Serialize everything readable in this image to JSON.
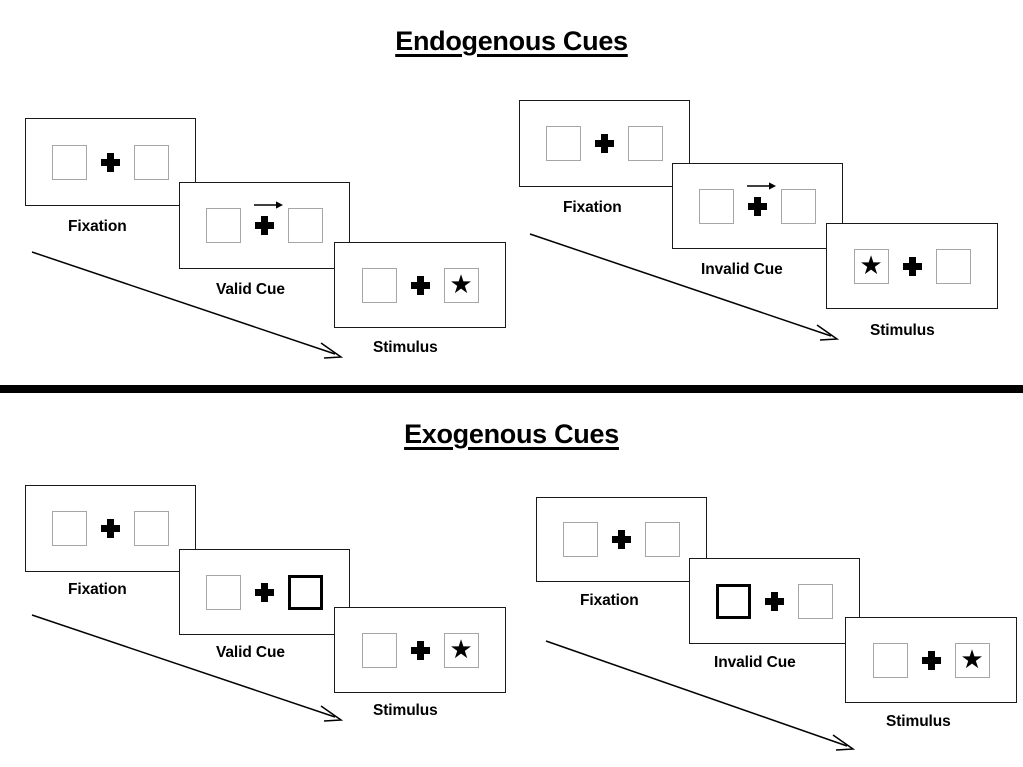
{
  "figure": {
    "title_top": "Endogenous Cues",
    "title_bottom": "Exogenous Cues"
  },
  "labels": {
    "fixation": "Fixation",
    "valid_cue": "Valid Cue",
    "invalid_cue": "Invalid Cue",
    "stimulus": "Stimulus"
  },
  "sections": [
    {
      "id": "endogenous",
      "title": "Endogenous Cues",
      "columns": [
        {
          "id": "endogenous-valid",
          "panels": [
            {
              "id": "fixation",
              "label": "Fixation",
              "cue": "none",
              "cue_side": "none",
              "arrow": false,
              "star_side": "none"
            },
            {
              "id": "valid-cue",
              "label": "Valid Cue",
              "cue": "arrow",
              "cue_side": "right",
              "arrow": true,
              "star_side": "none"
            },
            {
              "id": "stimulus",
              "label": "Stimulus",
              "cue": "none",
              "cue_side": "none",
              "arrow": false,
              "star_side": "right"
            }
          ]
        },
        {
          "id": "endogenous-invalid",
          "panels": [
            {
              "id": "fixation",
              "label": "Fixation",
              "cue": "none",
              "cue_side": "none",
              "arrow": false,
              "star_side": "none"
            },
            {
              "id": "invalid-cue",
              "label": "Invalid Cue",
              "cue": "arrow",
              "cue_side": "right",
              "arrow": true,
              "star_side": "none"
            },
            {
              "id": "stimulus",
              "label": "Stimulus",
              "cue": "none",
              "cue_side": "none",
              "arrow": false,
              "star_side": "left"
            }
          ]
        }
      ]
    },
    {
      "id": "exogenous",
      "title": "Exogenous Cues",
      "columns": [
        {
          "id": "exogenous-valid",
          "panels": [
            {
              "id": "fixation",
              "label": "Fixation",
              "cue": "none",
              "cue_side": "none",
              "arrow": false,
              "star_side": "none"
            },
            {
              "id": "valid-cue",
              "label": "Valid Cue",
              "cue": "box",
              "cue_side": "right",
              "arrow": false,
              "star_side": "none"
            },
            {
              "id": "stimulus",
              "label": "Stimulus",
              "cue": "none",
              "cue_side": "none",
              "arrow": false,
              "star_side": "right"
            }
          ]
        },
        {
          "id": "exogenous-invalid",
          "panels": [
            {
              "id": "fixation",
              "label": "Fixation",
              "cue": "none",
              "cue_side": "none",
              "arrow": false,
              "star_side": "none"
            },
            {
              "id": "invalid-cue",
              "label": "Invalid Cue",
              "cue": "box",
              "cue_side": "left",
              "arrow": false,
              "star_side": "none"
            },
            {
              "id": "stimulus",
              "label": "Stimulus",
              "cue": "none",
              "cue_side": "none",
              "arrow": false,
              "star_side": "right"
            }
          ]
        }
      ]
    }
  ],
  "glyphs": {
    "star": "★",
    "cross": "fixation-cross",
    "cue_arrow": "right-arrow"
  },
  "colors": {
    "ink": "#000000",
    "slot_border": "#a6a6a6",
    "panel_border": "#1a1a1a",
    "background": "#ffffff"
  }
}
